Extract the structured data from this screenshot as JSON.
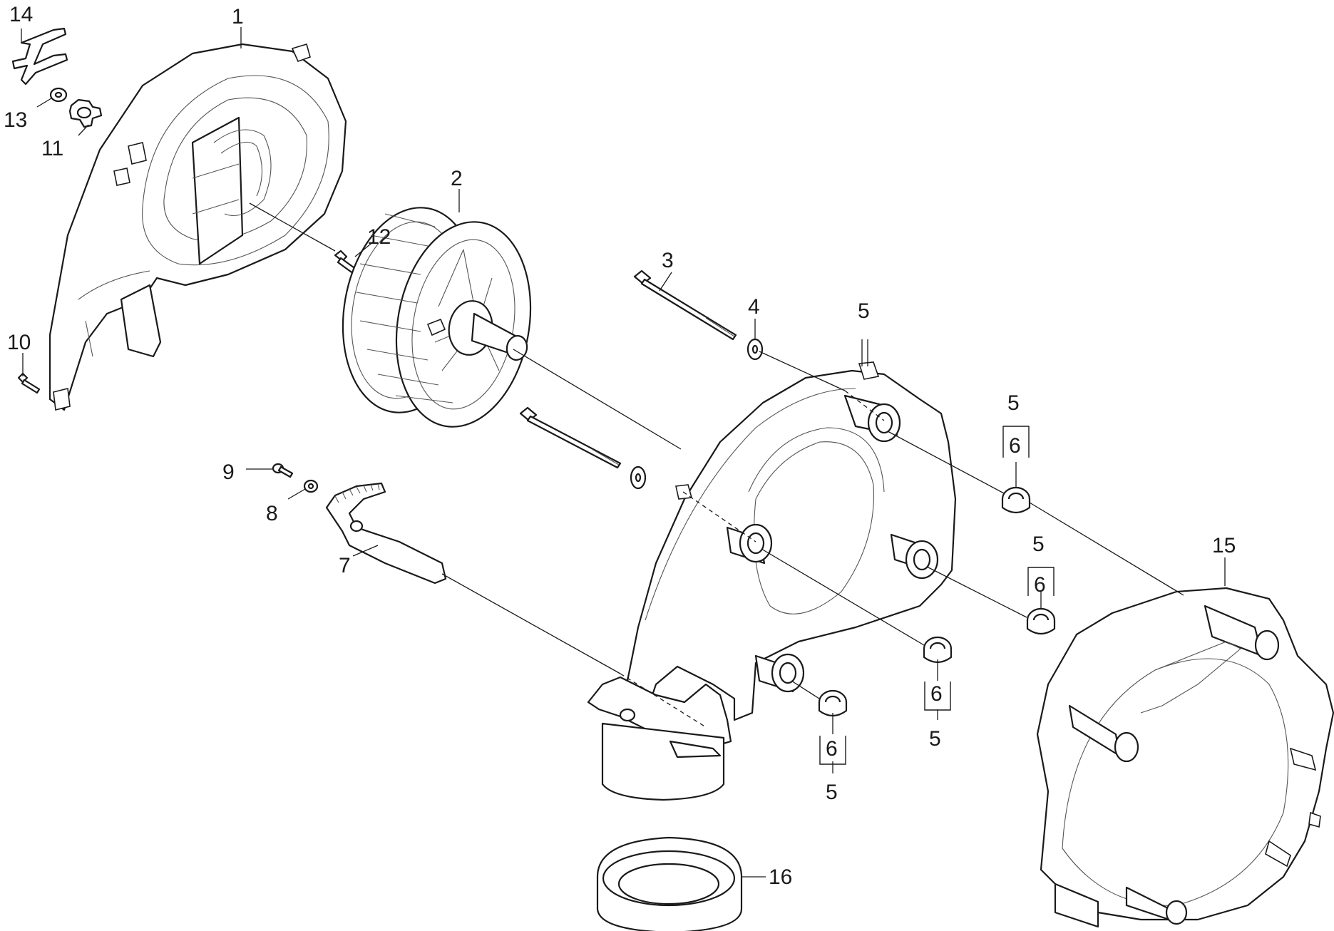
{
  "callouts": [
    {
      "id": "1",
      "label": "1"
    },
    {
      "id": "2",
      "label": "2"
    },
    {
      "id": "3",
      "label": "3"
    },
    {
      "id": "4",
      "label": "4"
    },
    {
      "id": "5a",
      "label": "5"
    },
    {
      "id": "5b",
      "label": "5"
    },
    {
      "id": "6b",
      "label": "6"
    },
    {
      "id": "5c",
      "label": "5"
    },
    {
      "id": "6c",
      "label": "6"
    },
    {
      "id": "6d",
      "label": "6"
    },
    {
      "id": "5d",
      "label": "5"
    },
    {
      "id": "6e",
      "label": "6"
    },
    {
      "id": "5e",
      "label": "5"
    },
    {
      "id": "7",
      "label": "7"
    },
    {
      "id": "8",
      "label": "8"
    },
    {
      "id": "9",
      "label": "9"
    },
    {
      "id": "10",
      "label": "10"
    },
    {
      "id": "11",
      "label": "11"
    },
    {
      "id": "12",
      "label": "12"
    },
    {
      "id": "13",
      "label": "13"
    },
    {
      "id": "14",
      "label": "14"
    },
    {
      "id": "15",
      "label": "15"
    },
    {
      "id": "16",
      "label": "16"
    }
  ]
}
